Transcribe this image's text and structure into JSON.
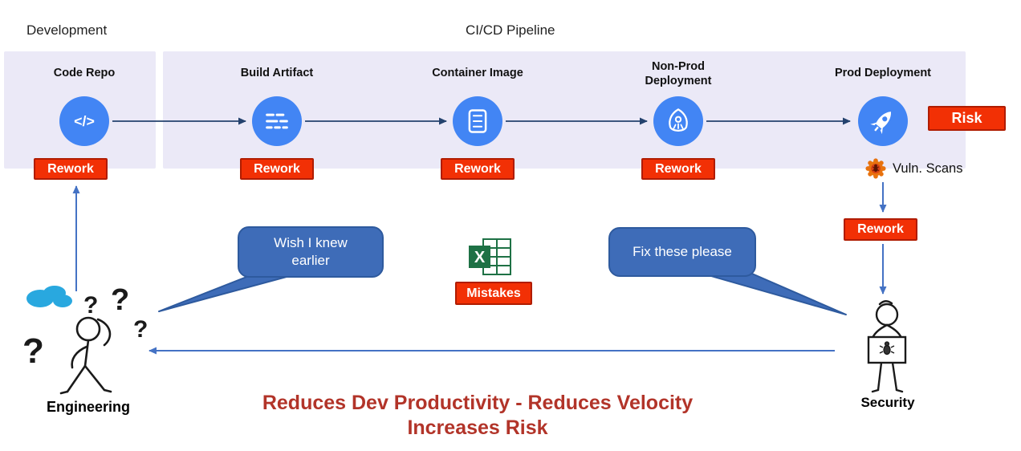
{
  "header": {
    "development": "Development",
    "cicd": "CI/CD Pipeline"
  },
  "stages": [
    {
      "label": "Code Repo",
      "rework": "Rework"
    },
    {
      "label": "Build Artifact",
      "rework": "Rework"
    },
    {
      "label": "Container Image",
      "rework": "Rework"
    },
    {
      "label": "Non-Prod Deployment",
      "rework": "Rework"
    },
    {
      "label": "Prod Deployment"
    }
  ],
  "annotations": {
    "risk": "Risk",
    "vuln_scans": "Vuln. Scans",
    "security_rework": "Rework",
    "mistakes": "Mistakes"
  },
  "speech": {
    "engineering_bubble": "Wish I knew earlier",
    "security_bubble": "Fix these please"
  },
  "actors": {
    "engineering": "Engineering",
    "security": "Security",
    "question_marks": [
      "?",
      "?",
      "?",
      "?"
    ]
  },
  "icons": {
    "code_glyph": "</>",
    "excel_x": "X"
  },
  "footer": {
    "line1": "Reduces Dev Productivity -  Reduces Velocity",
    "line2": "Increases Risk"
  },
  "colors": {
    "stage_blue": "#4285f4",
    "badge_red": "#f23005",
    "band_lavender": "#ebe9f7",
    "bubble_blue": "#3e6cb8",
    "arrow_blue": "#4472c4",
    "pipeline_arrow": "#24426e",
    "footer_red": "#b23429",
    "excel_green": "#1e7145",
    "vuln_orange": "#e8720e",
    "cloud_blue": "#29a8df"
  }
}
